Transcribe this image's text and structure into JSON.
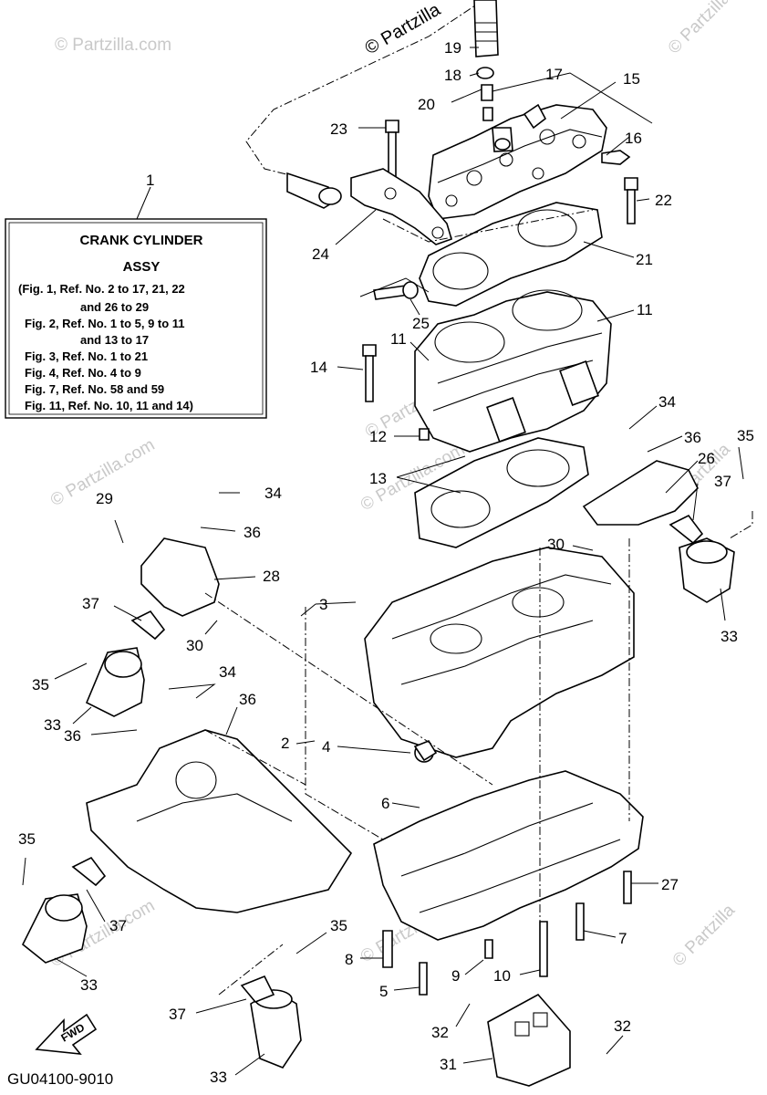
{
  "watermark": {
    "text": "© Partzilla.com",
    "short": "© Partzilla"
  },
  "assy_box": {
    "number": "1",
    "title_line1": "CRANK CYLINDER",
    "title_line2": "ASSY",
    "lines": [
      "(Fig. 1, Ref. No. 2 to 17, 21, 22",
      "and 26 to 29",
      "Fig. 2, Ref. No. 1 to 5, 9 to 11",
      "and 13 to 17",
      "Fig. 3, Ref. No. 1 to 21",
      "Fig. 4, Ref. No. 4 to 9",
      "Fig. 7, Ref. No. 58 and 59",
      "Fig. 11, Ref. No. 10, 11 and 14)"
    ]
  },
  "fwd_label": "FWD",
  "diagram_code": "GU04100-9010",
  "callouts": {
    "c19": "19",
    "c18": "18",
    "c20": "20",
    "c17": "17",
    "c15": "15",
    "c16": "16",
    "c23": "23",
    "c22": "22",
    "c24": "24",
    "c21": "21",
    "c25": "25",
    "c11a": "11",
    "c11b": "11",
    "c14": "14",
    "c12": "12",
    "c13": "13",
    "c34a": "34",
    "c36a": "36",
    "c35a": "35",
    "c26": "26",
    "c37a": "37",
    "c29": "29",
    "c34b": "34",
    "c36b": "36",
    "c28": "28",
    "c30a": "30",
    "c33a": "33",
    "c3": "3",
    "c37b": "37",
    "c30b": "30",
    "c35b": "35",
    "c33b": "33",
    "c34c": "34",
    "c36c": "36",
    "c36d": "36",
    "c2": "2",
    "c4": "4",
    "c6": "6",
    "c35c": "35",
    "c37c": "37",
    "c33c": "33",
    "c27": "27",
    "c7": "7",
    "c35d": "35",
    "c8": "8",
    "c9": "9",
    "c10": "10",
    "c5": "5",
    "c37d": "37",
    "c32a": "32",
    "c32b": "32",
    "c31": "31",
    "c33d": "33"
  }
}
